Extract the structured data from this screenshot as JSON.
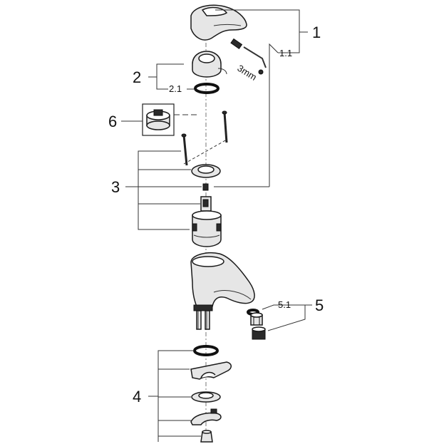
{
  "callouts": {
    "c1": "1",
    "c1_1": "1.1",
    "c2": "2",
    "c2_1": "2.1",
    "c3": "3",
    "c4": "4",
    "c5": "5",
    "c5_1": "5.1",
    "c6": "6"
  },
  "annotations": {
    "allen_key_size": "3mm"
  },
  "colors": {
    "line": "#333333",
    "part_fill": "#e6e6e6",
    "dark_part": "#2a2a2a"
  }
}
